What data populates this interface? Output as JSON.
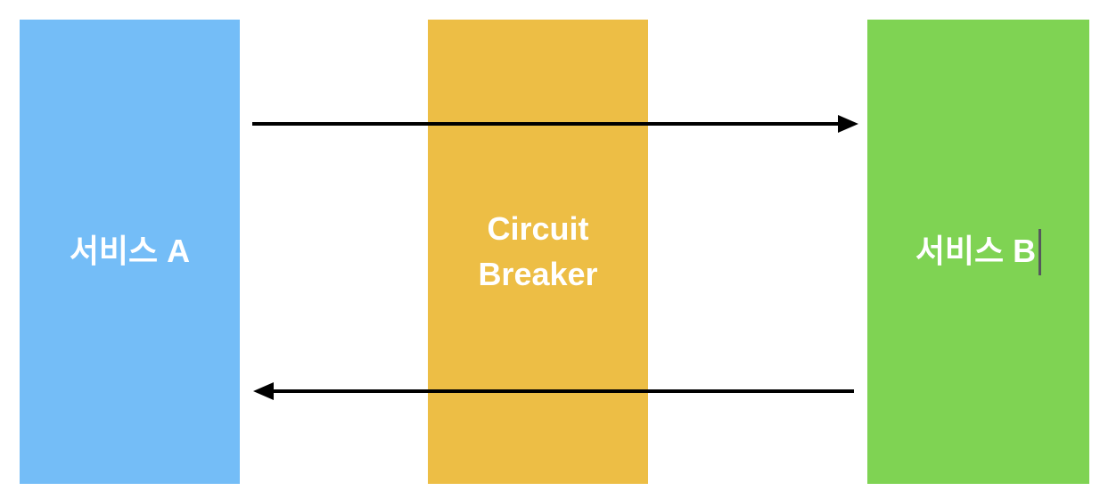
{
  "colors": {
    "background": "#FFFFFF",
    "service-a-fill": "#74BDF7",
    "circuit-breaker-fill": "#EDBE45",
    "service-b-fill": "#7FD353",
    "label-text": "#FFFFFF",
    "arrow": "#000000",
    "caret": "#55585C"
  },
  "nodes": {
    "service_a": {
      "label": "서비스 A"
    },
    "circuit_breaker": {
      "label": "Circuit Breaker"
    },
    "service_b": {
      "label": "서비스 B"
    }
  },
  "arrows": {
    "request": {
      "direction": "right"
    },
    "response": {
      "direction": "left"
    }
  }
}
